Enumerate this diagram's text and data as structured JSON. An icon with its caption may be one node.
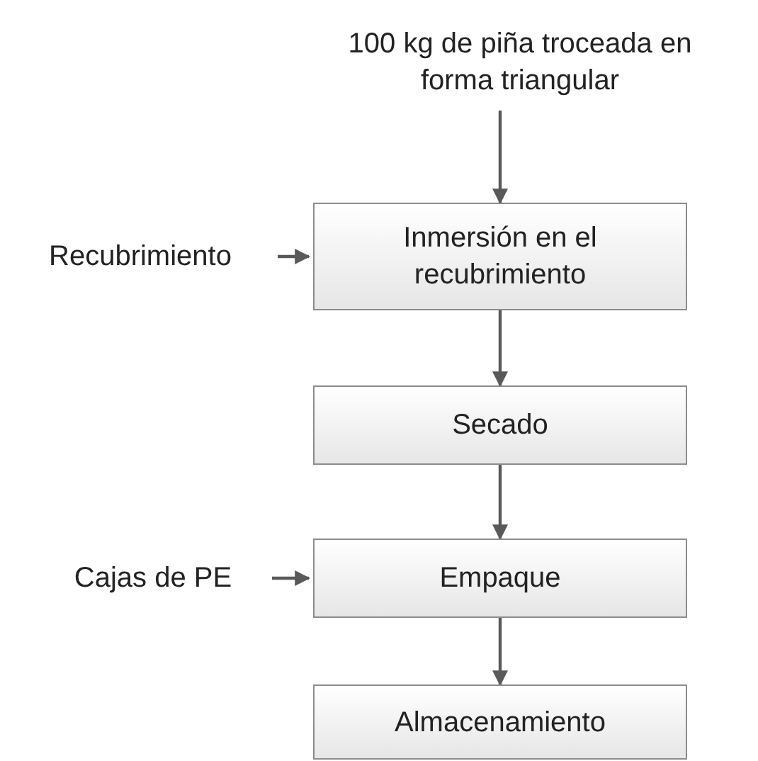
{
  "diagram": {
    "nodes": [
      {
        "text": [
          "100 kg de piña troceada en forma triangular"
        ]
      },
      {
        "text": [
          "Recubrimiento"
        ]
      },
      {
        "text": [
          "Inmersión en el recubrimiento"
        ]
      },
      {
        "text": [
          "Secado"
        ]
      },
      {
        "text": [
          "Cajas de PE"
        ]
      },
      {
        "text": [
          "Empaque"
        ]
      },
      {
        "text": [
          "Almacenamiento"
        ]
      }
    ],
    "edges": [
      {
        "from": 0,
        "to": 2,
        "arrow": "to"
      },
      {
        "from": 1,
        "to": 2,
        "arrow": "to"
      },
      {
        "from": 2,
        "to": 3,
        "arrow": "to"
      },
      {
        "from": 3,
        "to": 5,
        "arrow": "to"
      },
      {
        "from": 4,
        "to": 5,
        "arrow": "to"
      },
      {
        "from": 5,
        "to": 6,
        "arrow": "to"
      }
    ]
  }
}
